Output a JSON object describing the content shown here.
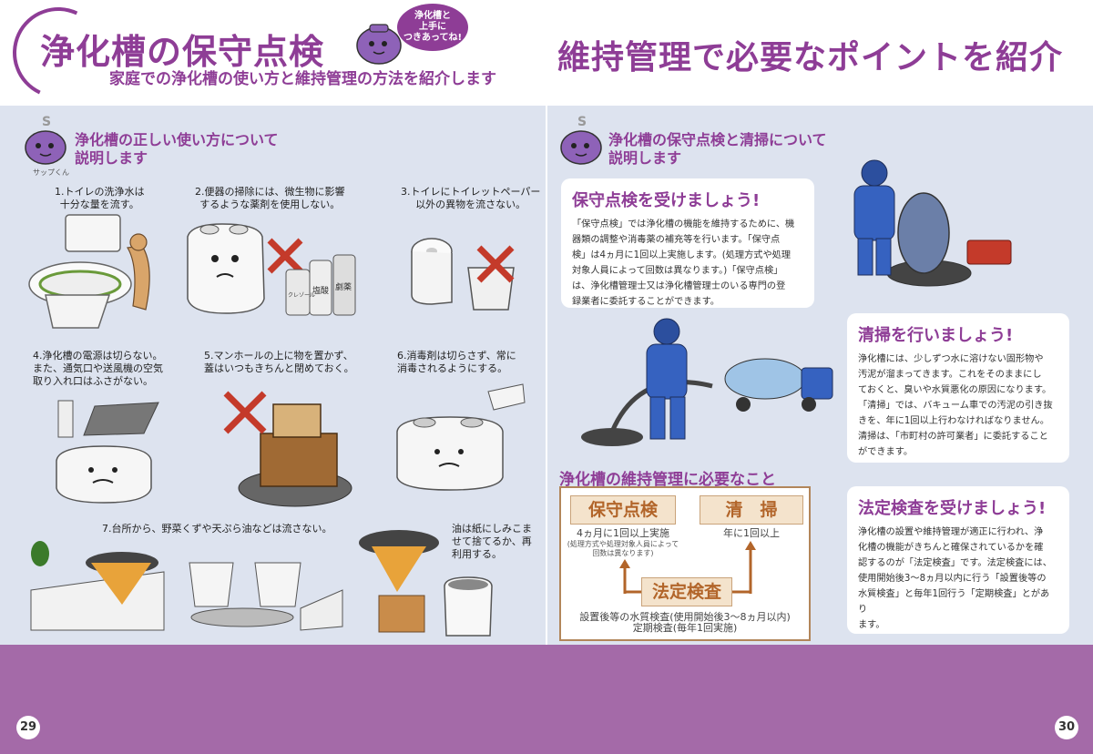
{
  "header": {
    "title": "浄化槽の保守点検",
    "subtitle": "家庭での浄化槽の使い方と維持管理の方法を紹介します",
    "bubble_lines": [
      "浄化槽と",
      "上手に",
      "つきあってね!"
    ],
    "right_title": "維持管理で必要なポイントを紹介"
  },
  "left": {
    "section_title": [
      "浄化槽の正しい使い方について",
      "説明します"
    ],
    "mascot_name": "サップくん",
    "items": [
      [
        "1.トイレの洗浄水は",
        "十分な量を流す。"
      ],
      [
        "2.便器の掃除には、微生物に影響",
        "するような薬剤を使用しない。"
      ],
      [
        "3.トイレにトイレットペーパー",
        "以外の異物を流さない。"
      ],
      [
        "4.浄化槽の電源は切らない。",
        "また、通気口や送風機の空気",
        "取り入れ口はふさがない。"
      ],
      [
        "5.マンホールの上に物を置かず、",
        "蓋はいつもきちんと閉めておく。"
      ],
      [
        "6.消毒剤は切らさず、常に",
        "消毒されるようにする。"
      ],
      [
        "7.台所から、野菜くずや天ぷら油などは流さない。"
      ],
      [
        "油は紙にしみこま",
        "せて捨てるか、再",
        "利用する。"
      ]
    ],
    "bottle_labels": [
      "クレゾール",
      "塩酸",
      "劇薬"
    ],
    "mascot_letter": "S"
  },
  "right": {
    "section_title": [
      "浄化槽の保守点検と清掃について",
      "説明します"
    ],
    "mascot_letter": "S",
    "card_inspection": {
      "title": "保守点検を受けましょう!",
      "lines": [
        "「保守点検」では浄化槽の機能を維持するために、機",
        "器類の調整や消毒薬の補充等を行います。「保守点",
        "検」は4ヵ月に1回以上実施します。(処理方式や処理",
        "対象人員によって回数は異なります。)「保守点検」",
        "は、浄化槽管理士又は浄化槽管理士のいる専門の登",
        "録業者に委託することができます。"
      ]
    },
    "card_cleaning": {
      "title": "清掃を行いましょう!",
      "lines": [
        "浄化槽には、少しずつ水に溶けない固形物や",
        "汚泥が溜まってきます。これをそのままにし",
        "ておくと、臭いや水質悪化の原因になります。",
        "「清掃」では、バキューム車での汚泥の引き抜",
        "きを、年に1回以上行わなければなりません。",
        "清掃は、「市町村の許可業者」に委託すること",
        "ができます。"
      ]
    },
    "card_legal": {
      "title": "法定検査を受けましょう!",
      "lines": [
        "浄化槽の設置や維持管理が適正に行われ、浄",
        "化槽の機能がきちんと確保されているかを確",
        "認するのが「法定検査」です。法定検査には、",
        "使用開始後3〜8ヵ月以内に行う「設置後等の",
        "水質検査」と毎年1回行う「定期検査」とがあり",
        "ます。"
      ]
    },
    "maintenance": {
      "title": "浄化槽の維持管理に必要なこと",
      "box1": "保守点検",
      "box1_freq": "4ヵ月に1回以上実施",
      "box1_note": [
        "(処理方式や処理対象人員によって",
        "回数は異なります)"
      ],
      "box2": "清　掃",
      "box2_freq": "年に1回以上",
      "box3": "法定検査",
      "box3_lines": [
        "設置後等の水質検査(使用開始後3〜8ヵ月以内)",
        "定期検査(毎年1回実施)"
      ]
    }
  },
  "page_numbers": {
    "left": "29",
    "right": "30"
  },
  "colors": {
    "accent": "#8e3d96",
    "panel": "#dde3ef",
    "footer": "#a46aa8",
    "maint_border": "#b2865a"
  }
}
